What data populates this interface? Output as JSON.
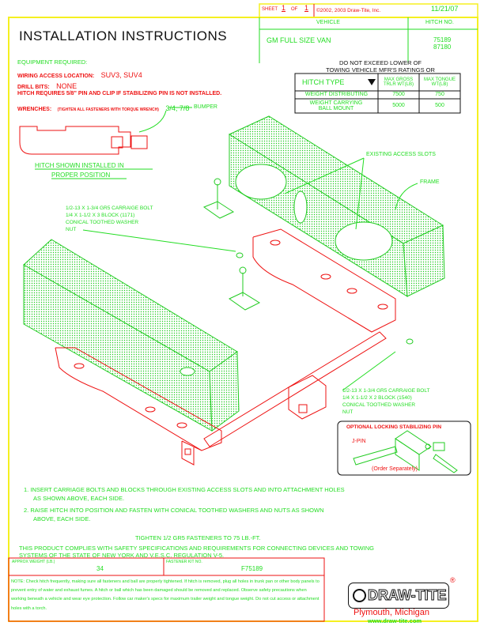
{
  "sheet": {
    "label_sheet": "SHEET",
    "sheet_no": "1",
    "label_of": "OF",
    "sheet_total": "1",
    "copyright": "©2002, 2003 Draw-Tite, Inc.",
    "date": "11/21/07"
  },
  "vehicle_block": {
    "vehicle_header": "VEHICLE",
    "hitch_no_header": "HITCH NO.",
    "vehicle": "GM FULL SIZE VAN",
    "hitch_numbers": [
      "75189",
      "87180"
    ]
  },
  "title": "INSTALLATION INSTRUCTIONS",
  "equipment": {
    "heading": "EQUIPMENT REQUIRED:",
    "wiring_label": "WIRING ACCESS LOCATION:",
    "wiring_value": "SUV3, SUV4",
    "drill_label": "DRILL BITS:",
    "drill_value": "NONE",
    "pin_note": "HITCH REQUIRES 5/8\" PIN AND CLIP IF STABILIZING PIN IS NOT INSTALLED.",
    "wrench_label": "WRENCHES:",
    "wrench_note": "(TIGHTEN ALL FASTENERS WITH TORQUE WRENCH)",
    "wrench_value": "3/4, 7/8"
  },
  "ratings": {
    "caption": [
      "DO NOT EXCEED LOWER OF",
      "TOWING VEHICLE MFR'S RATINGS OR"
    ],
    "headers": [
      "HITCH TYPE",
      "MAX GROSS TRLR WT(LB)",
      "MAX TONGUE WT(LB)"
    ],
    "rows": [
      {
        "type": "WEIGHT DISTRIBUTING",
        "gross": "7500",
        "tongue": "750"
      },
      {
        "type": "WEIGHT CARRYING BALL MOUNT",
        "gross": "5000",
        "tongue": "500"
      }
    ]
  },
  "diagram": {
    "bumper_label": "BUMPER",
    "installed_caption": [
      "HITCH SHOWN INSTALLED IN",
      "PROPER POSITION"
    ],
    "access_slots_label": "EXISTING ACCESS SLOTS",
    "frame_label": "FRAME",
    "left_callout": [
      "1/2-13 X 1-3/4 GR5 CARRAIGE BOLT",
      "1/4 X 1-1/2 X 3 BLOCK (1171)",
      "CONICAL TOOTHED WASHER",
      "NUT"
    ],
    "right_callout": [
      "1/2-13 X 1-3/4 GR5 CARRAIGE BOLT",
      "1/4 X 1-1/2 X 2 BLOCK (1540)",
      "CONICAL TOOTHED WASHER",
      "NUT"
    ],
    "pin_box": {
      "title": "OPTIONAL LOCKING STABILIZING PIN",
      "jpin_label": "J-PIN",
      "order_note": "(Order Separately)"
    }
  },
  "steps": [
    {
      "num": "1.",
      "text": [
        "INSERT CARRIAGE BOLTS AND BLOCKS THROUGH EXISTING ACCESS SLOTS AND INTO ATTACHMENT HOLES",
        "AS SHOWN ABOVE, EACH SIDE."
      ]
    },
    {
      "num": "2.",
      "text": [
        "RAISE HITCH INTO POSITION AND FASTEN WITH CONICAL TOOTHED WASHERS AND NUTS AS SHOWN",
        "ABOVE, EACH SIDE."
      ]
    }
  ],
  "torque_note": "TIGHTEN 1/2 GR5 FASTENERS TO 75 LB.-FT.",
  "compliance": [
    "THIS PRODUCT COMPLIES WITH SAFETY SPECIFICATIONS AND REQUIREMENTS FOR CONNECTING DEVICES AND TOWING",
    "SYSTEMS OF THE STATE OF NEW YORK AND V.E.S.C. REGULATION V-5."
  ],
  "footer": {
    "weight_label": "APPROX WEIGHT (LB.)",
    "weight_value": "34",
    "kit_label": "FASTENER KIT NO.",
    "kit_value": "F75189",
    "note": "NOTE: Check hitch frequently, making sure all fasteners and ball are properly tightened. If hitch is removed, plug all holes in trunk pan or other body panels to prevent entry of water and exhaust fumes. A hitch or ball which has been damaged should be removed and replaced. Observe safety precautions when working beneath a vehicle and wear eye protection. Follow car maker's specs for maximum trailer weight and tongue weight. Do not cut access or attachment holes with a torch.",
    "brand": "DRAW-TITE",
    "registered": "®",
    "city": "Plymouth, Michigan",
    "website": "www.draw-tite.com"
  },
  "colors": {
    "green": "#22dd22",
    "red": "#ee1111",
    "yellow": "#f5f020"
  }
}
